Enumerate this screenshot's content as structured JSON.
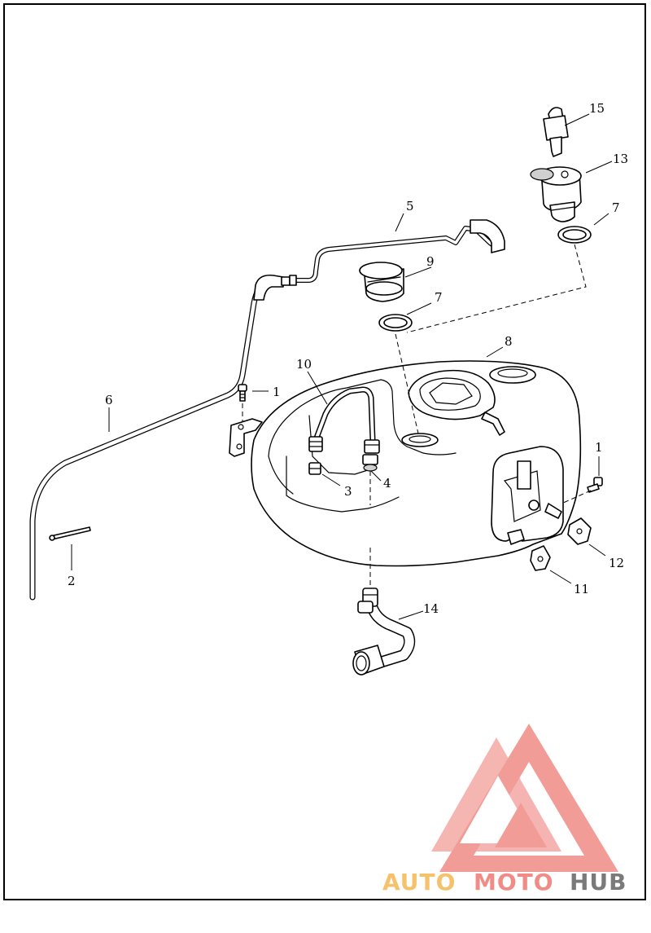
{
  "diagram": {
    "callouts": [
      {
        "id": "c1a",
        "label": "1"
      },
      {
        "id": "c1b",
        "label": "1"
      },
      {
        "id": "c2",
        "label": "2"
      },
      {
        "id": "c3",
        "label": "3"
      },
      {
        "id": "c4",
        "label": "4"
      },
      {
        "id": "c5",
        "label": "5"
      },
      {
        "id": "c6",
        "label": "6"
      },
      {
        "id": "c7a",
        "label": "7"
      },
      {
        "id": "c7b",
        "label": "7"
      },
      {
        "id": "c8",
        "label": "8"
      },
      {
        "id": "c9",
        "label": "9"
      },
      {
        "id": "c10",
        "label": "10"
      },
      {
        "id": "c11",
        "label": "11"
      },
      {
        "id": "c12",
        "label": "12"
      },
      {
        "id": "c13",
        "label": "13"
      },
      {
        "id": "c14",
        "label": "14"
      },
      {
        "id": "c15",
        "label": "15"
      }
    ]
  },
  "watermark": {
    "text_auto": "AUTO",
    "text_moto": "MOTO",
    "text_hub": "HUB",
    "colors": {
      "auto": "#f5c16b",
      "moto": "#f08b85",
      "hub": "#7a7a7a",
      "triangle": "#f08b85"
    }
  }
}
